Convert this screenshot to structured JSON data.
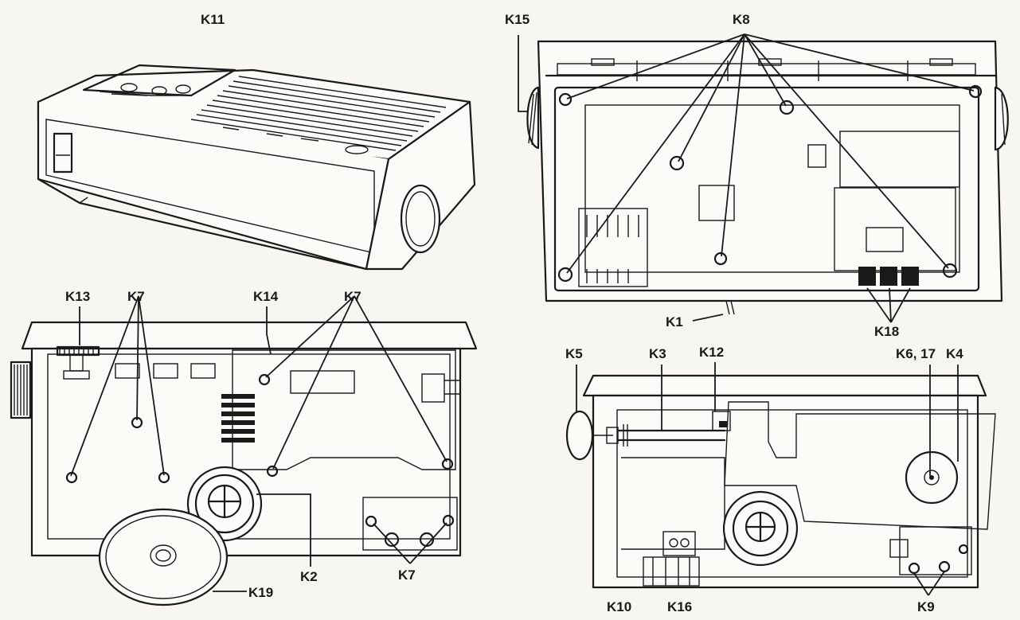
{
  "labels": {
    "k11": "K11",
    "k15": "K15",
    "k8": "K8",
    "k1": "K1",
    "k18": "K18",
    "k13": "K13",
    "k7a": "K7",
    "k14": "K14",
    "k7b": "K7",
    "k2": "K2",
    "k7c": "K7",
    "k19": "K19",
    "k5": "K5",
    "k3": "K3",
    "k12": "K12",
    "k6_17": "K6, 17",
    "k4": "K4",
    "k10": "K10",
    "k16": "K16",
    "k9": "K9"
  }
}
